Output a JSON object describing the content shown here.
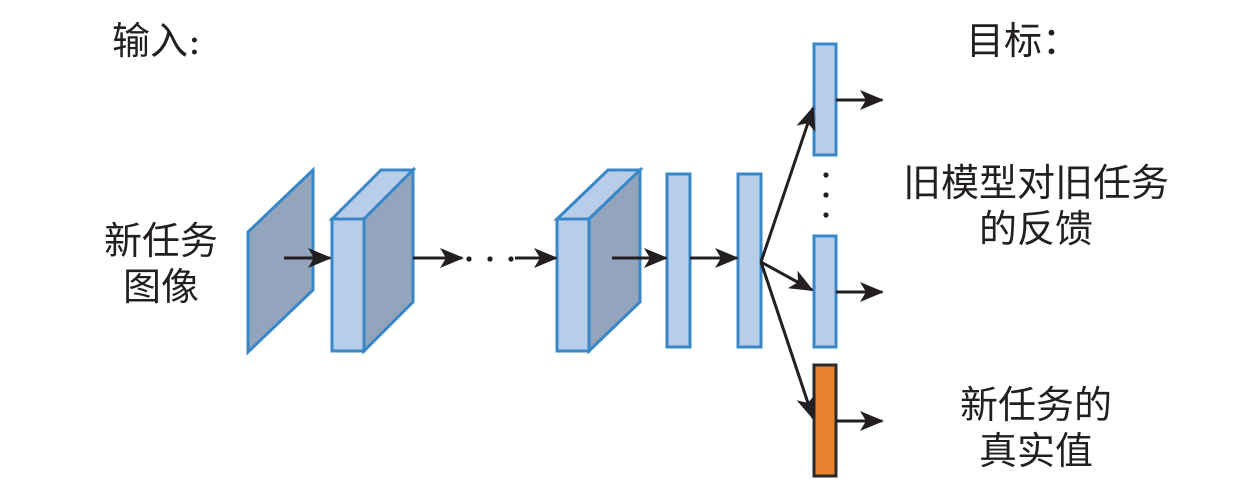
{
  "labels": {
    "input_heading": "输入:",
    "target_heading": "目标：",
    "input_text": [
      "新任务",
      "图像"
    ],
    "old_feedback": [
      "旧模型对旧任务",
      "的反馈"
    ],
    "new_truth": [
      "新任务的",
      "真实值"
    ]
  },
  "colors": {
    "layer_fill": "#b8cde9",
    "layer_side": "#93a5bd",
    "layer_stroke": "#3a87c8",
    "new_head_fill": "#e8822e",
    "new_head_stroke": "#2b2b2b",
    "arrow": "#231f20"
  },
  "diagram": {
    "nodes": [
      {
        "id": "input-image",
        "kind": "image-plane"
      },
      {
        "id": "conv-1",
        "kind": "conv-block"
      },
      {
        "id": "conv-n",
        "kind": "conv-block"
      },
      {
        "id": "fc-1",
        "kind": "fc-layer"
      },
      {
        "id": "fc-2",
        "kind": "fc-layer"
      },
      {
        "id": "old-head-1",
        "kind": "old-task-head"
      },
      {
        "id": "old-head-n",
        "kind": "old-task-head"
      },
      {
        "id": "new-head",
        "kind": "new-task-head"
      }
    ],
    "edges": [
      [
        "input-image",
        "conv-1"
      ],
      [
        "conv-1",
        "conv-n"
      ],
      [
        "conv-n",
        "fc-1"
      ],
      [
        "fc-1",
        "fc-2"
      ],
      [
        "fc-2",
        "old-head-1"
      ],
      [
        "fc-2",
        "old-head-n"
      ],
      [
        "fc-2",
        "new-head"
      ]
    ]
  }
}
